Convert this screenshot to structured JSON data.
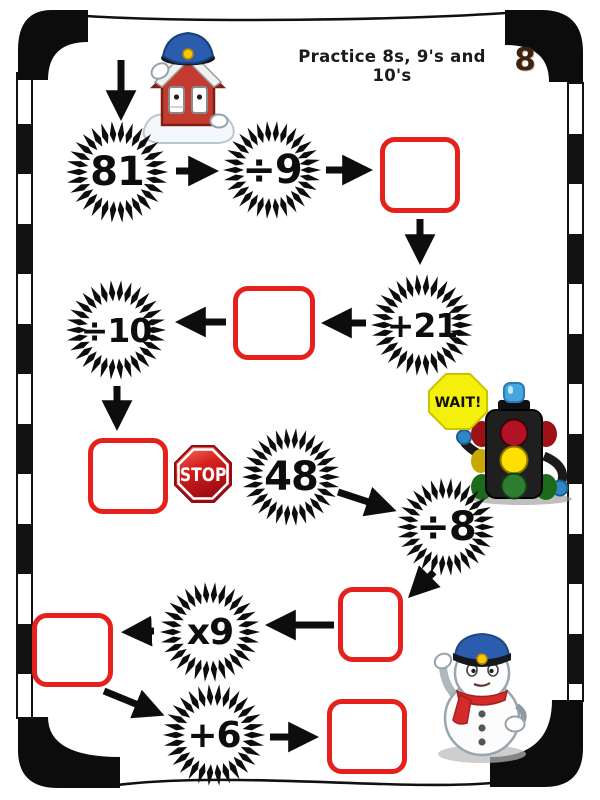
{
  "page": {
    "title": "Practice 8s, 9's and 10's",
    "page_number": "8"
  },
  "flow": {
    "start_value": "81",
    "op_divide_9": "÷9",
    "op_add_21": "+21",
    "op_divide_10": "÷10",
    "mid_value": "48",
    "op_divide_8": "÷8",
    "op_multiply_9": "x9",
    "op_add_6": "+6",
    "answer_boxes": [
      "",
      "",
      "",
      "",
      "",
      ""
    ]
  },
  "signs": {
    "stop": "STOP",
    "wait": "WAIT!"
  },
  "characters": {
    "top_left": "police-schoolhouse-mascot",
    "middle_right": "traffic-light-character",
    "bottom_right": "police-snowman"
  },
  "colors": {
    "answer_box_border": "#e4211c",
    "stop_sign_red": "#b01016",
    "wait_sign_yellow": "#f4ef0b",
    "police_cap_blue": "#2b5cae",
    "traffic_red": "#b11226",
    "traffic_yellow": "#ffdf00",
    "traffic_green": "#2e7d32",
    "beacon_blue": "#45a7e2",
    "scarf_red": "#d42a2a",
    "page_number_brown": "#3d220e"
  }
}
